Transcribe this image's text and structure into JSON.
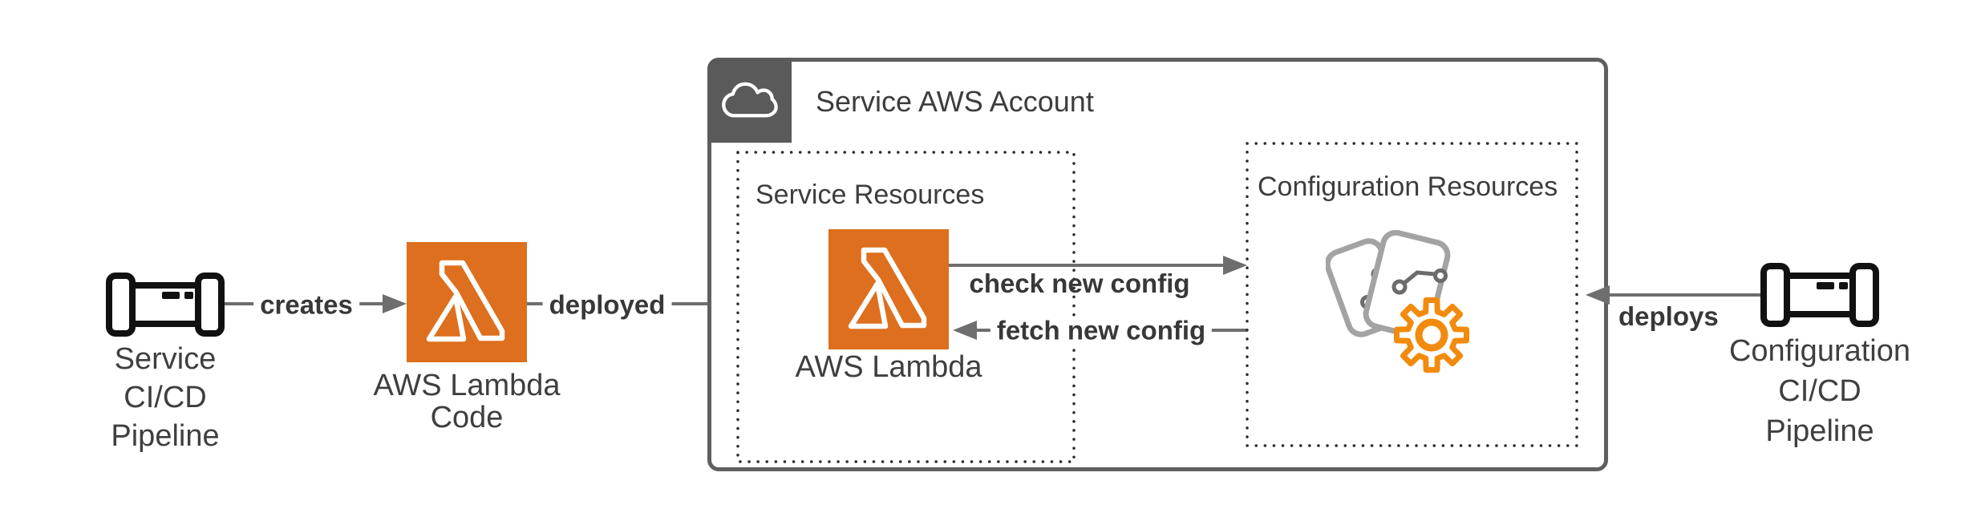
{
  "colors": {
    "background": "#FFFFFF",
    "lambda_orange": "#DD6F1E",
    "gear_orange": "#F28B0D",
    "arrow_gray": "#6E6E6E",
    "container_border_gray": "#5F5F5F",
    "tab_gray": "#5A5A5A",
    "card_gray": "#A3A3A3",
    "circuit_gray": "#6B6B6B",
    "pipeline_icon_black": "#111111",
    "dotted_border": "#2C2C2C",
    "text_dark": "#3D3D3D"
  },
  "nodes": {
    "service_pipeline": {
      "icon": "pipeline-icon",
      "lines": [
        "Service",
        "CI/CD",
        "Pipeline"
      ]
    },
    "lambda_code": {
      "icon": "lambda-icon",
      "lines": [
        "AWS Lambda",
        "Code"
      ]
    },
    "aws_lambda": {
      "icon": "lambda-icon",
      "label": "AWS Lambda"
    },
    "configuration_assets": {
      "icon": "config-cards-gear-icon"
    },
    "configuration_pipeline": {
      "icon": "pipeline-icon",
      "lines": [
        "Configuration",
        "CI/CD",
        "Pipeline"
      ]
    }
  },
  "containers": {
    "service_aws_account": {
      "title": "Service AWS Account",
      "icon": "cloud-icon"
    },
    "service_resources": {
      "label": "Service Resources"
    },
    "configuration_resources": {
      "label": "Configuration Resources"
    }
  },
  "arrows": {
    "creates": {
      "label": "creates",
      "from": "service_pipeline",
      "to": "lambda_code",
      "direction": "right"
    },
    "deployed": {
      "label": "deployed",
      "from": "lambda_code",
      "to": "service_resources",
      "direction": "right"
    },
    "check_new_config": {
      "label": "check new config",
      "from": "aws_lambda",
      "to": "configuration_resources",
      "direction": "right"
    },
    "fetch_new_config": {
      "label": "fetch new config",
      "from": "configuration_resources",
      "to": "aws_lambda",
      "direction": "left"
    },
    "deploys": {
      "label": "deploys",
      "from": "configuration_pipeline",
      "to": "configuration_resources",
      "direction": "left"
    }
  }
}
